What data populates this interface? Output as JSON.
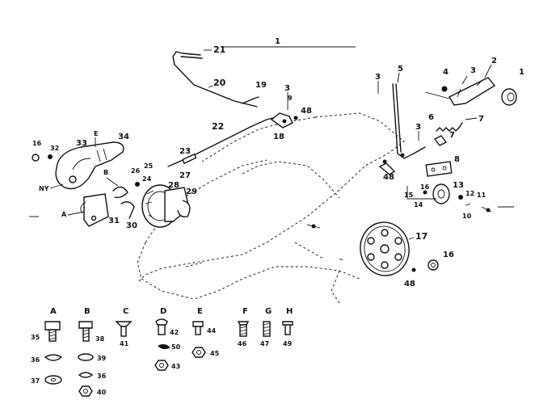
{
  "diagram": {
    "callouts": {
      "c1_top": "1",
      "c1_right": "1",
      "c2": "2",
      "c3a": "3",
      "c3b": "3",
      "c3c": "3",
      "c3d": "3",
      "c4": "4",
      "c5": "5",
      "c6": "6",
      "c7a": "7",
      "c7b": "7",
      "c8": "8",
      "c9": "9",
      "c10": "10",
      "c11": "11",
      "c12": "12",
      "c13": "13",
      "c14": "14",
      "c15": "15",
      "c16a": "16",
      "c16b": "16",
      "c17": "17",
      "c18": "18",
      "c19": "19",
      "c20": "20",
      "c21": "21",
      "c22": "22",
      "c23": "23",
      "c24": "24",
      "c25": "25",
      "c26": "26",
      "c27": "27",
      "c28": "28",
      "c29": "29",
      "c30": "30",
      "c31": "31",
      "c32": "32",
      "c33": "33",
      "c34": "34",
      "c48a": "48",
      "c48b": "48",
      "c48c": "48",
      "cB": "B",
      "cE": "E",
      "cA": "A",
      "cNY": "NY"
    },
    "hardware": {
      "A": {
        "letter": "A",
        "parts": [
          "35",
          "36",
          "37"
        ]
      },
      "B": {
        "letter": "B",
        "parts": [
          "38",
          "39",
          "36",
          "40"
        ]
      },
      "C": {
        "letter": "C",
        "parts": [
          "41"
        ]
      },
      "D": {
        "letter": "D",
        "parts": [
          "42",
          "50",
          "43"
        ]
      },
      "E": {
        "letter": "E",
        "parts": [
          "44",
          "45"
        ]
      },
      "F": {
        "letter": "F",
        "parts": [
          "46"
        ]
      },
      "G": {
        "letter": "G",
        "parts": [
          "47"
        ]
      },
      "H": {
        "letter": "H",
        "parts": [
          "49"
        ]
      }
    }
  }
}
